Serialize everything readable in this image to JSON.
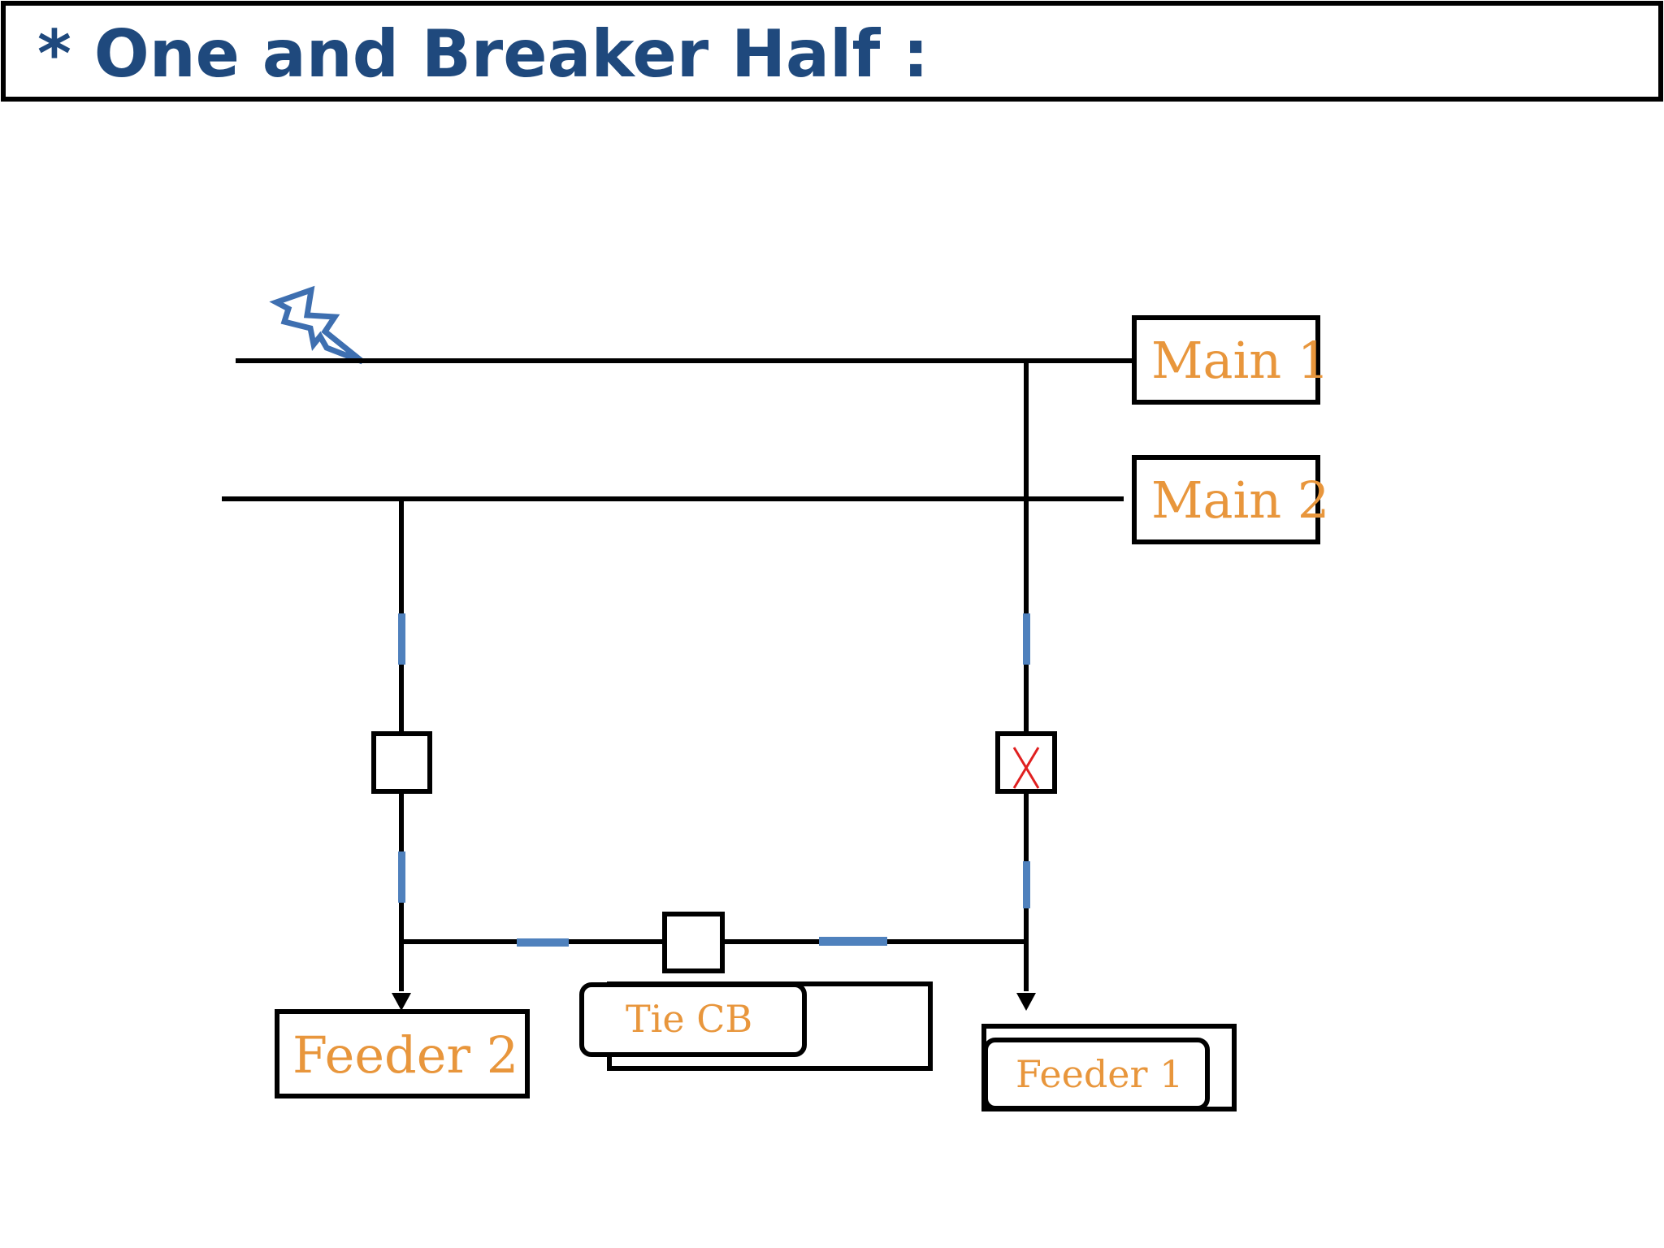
{
  "title": "* One and Breaker Half :",
  "labels": {
    "main1": "Main 1",
    "main2": "Main 2",
    "feeder1": "Feeder 1",
    "feeder2": "Feeder 2",
    "tie_cb": "Tie CB"
  },
  "icons": {
    "fault": "lightning-bolt-icon",
    "tripped_breaker": "red-x-mark"
  },
  "colors": {
    "title": "#1F497D",
    "label": "#E8963C",
    "current_marker": "#4F81BD",
    "trip_mark": "#E02020",
    "line": "#000000"
  }
}
